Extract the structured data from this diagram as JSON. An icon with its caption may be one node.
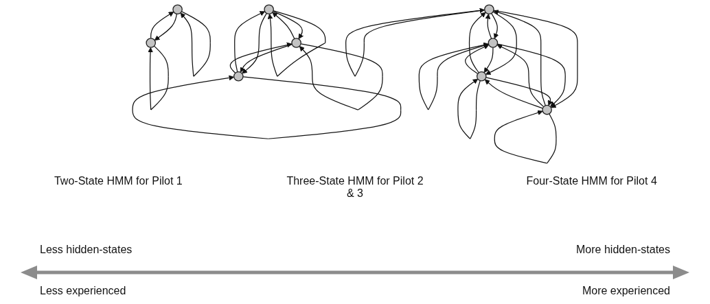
{
  "diagram": {
    "nodes": [
      {
        "text": [],
        "shape": "circle"
      },
      {
        "text": [],
        "shape": "circle"
      },
      {
        "text": [],
        "shape": "circle"
      },
      {
        "text": [],
        "shape": "circle"
      },
      {
        "text": [],
        "shape": "circle"
      },
      {
        "text": [],
        "shape": "circle"
      },
      {
        "text": [],
        "shape": "circle"
      },
      {
        "text": [],
        "shape": "circle"
      },
      {
        "text": [],
        "shape": "circle"
      }
    ],
    "edges": [
      {
        "from": 0,
        "to": 0,
        "arrow": "to"
      },
      {
        "from": 0,
        "to": 1,
        "arrow": "to"
      },
      {
        "from": 1,
        "to": 0,
        "arrow": "to"
      },
      {
        "from": 1,
        "to": 1,
        "arrow": "to"
      },
      {
        "from": 2,
        "to": 2,
        "arrow": "to"
      },
      {
        "from": 2,
        "to": 3,
        "arrow": "to"
      },
      {
        "from": 3,
        "to": 2,
        "arrow": "to"
      },
      {
        "from": 3,
        "to": 3,
        "arrow": "to"
      },
      {
        "from": 2,
        "to": 4,
        "arrow": "to"
      },
      {
        "from": 4,
        "to": 2,
        "arrow": "to"
      },
      {
        "from": 3,
        "to": 4,
        "arrow": "to"
      },
      {
        "from": 4,
        "to": 3,
        "arrow": "to"
      },
      {
        "from": 4,
        "to": 4,
        "arrow": "to"
      },
      {
        "from": 5,
        "to": 5,
        "arrow": "to"
      },
      {
        "from": 5,
        "to": 6,
        "arrow": "to"
      },
      {
        "from": 6,
        "to": 5,
        "arrow": "to"
      },
      {
        "from": 6,
        "to": 6,
        "arrow": "to"
      },
      {
        "from": 5,
        "to": 7,
        "arrow": "to"
      },
      {
        "from": 7,
        "to": 5,
        "arrow": "to"
      },
      {
        "from": 5,
        "to": 8,
        "arrow": "to"
      },
      {
        "from": 8,
        "to": 5,
        "arrow": "to"
      },
      {
        "from": 6,
        "to": 7,
        "arrow": "to"
      },
      {
        "from": 7,
        "to": 6,
        "arrow": "to"
      },
      {
        "from": 6,
        "to": 8,
        "arrow": "to"
      },
      {
        "from": 8,
        "to": 6,
        "arrow": "to"
      },
      {
        "from": 7,
        "to": 8,
        "arrow": "to"
      },
      {
        "from": 8,
        "to": 7,
        "arrow": "to"
      },
      {
        "from": 7,
        "to": 7,
        "arrow": "to"
      },
      {
        "from": 8,
        "to": 8,
        "arrow": "to"
      }
    ],
    "labels": [
      "Two-State HMM for Pilot 1",
      "Three-State HMM for Pilot 2 & 3",
      "Four-State HMM for Pilot 4",
      "Less hidden-states",
      "More hidden-states",
      "Less experienced",
      "More experienced"
    ]
  }
}
